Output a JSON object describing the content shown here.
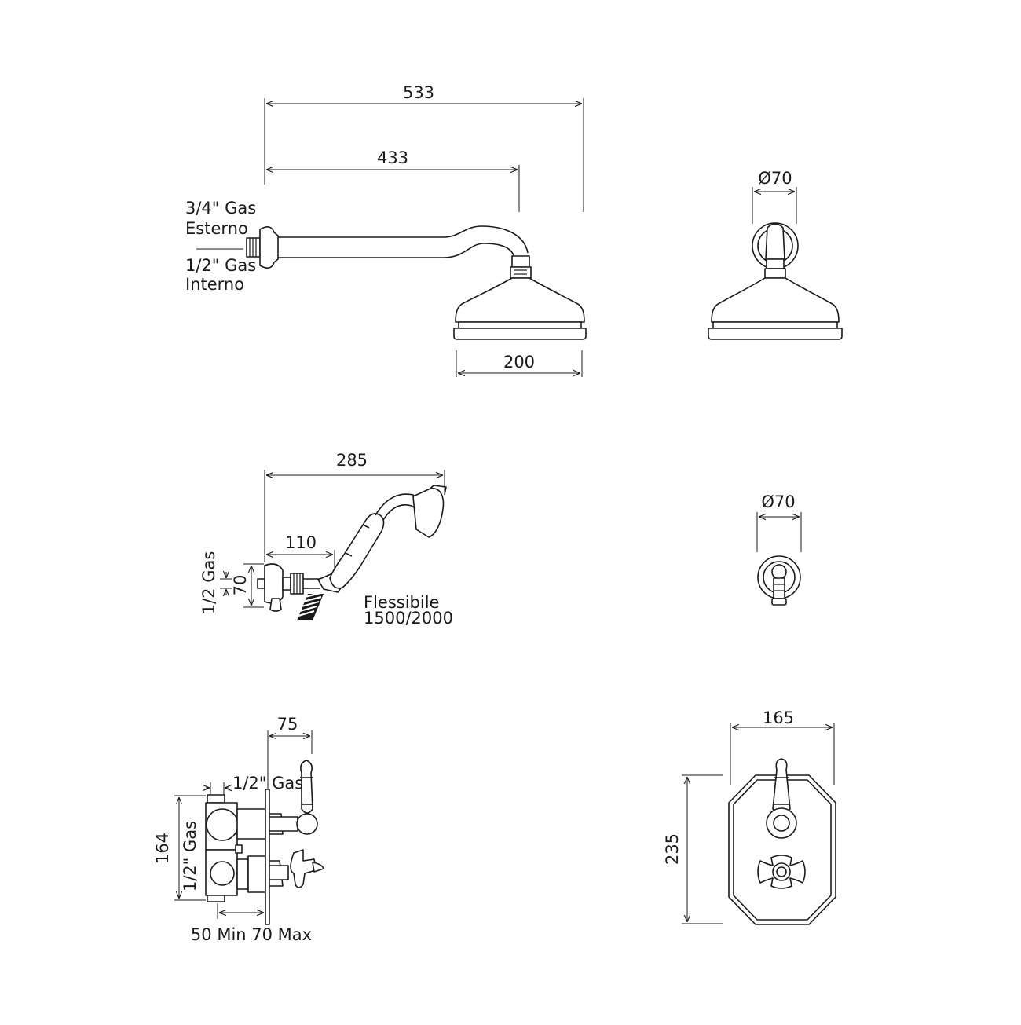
{
  "colors": {
    "line": "#1a1a1a",
    "background": "#ffffff"
  },
  "head_shower": {
    "dim_total": "533",
    "dim_arm": "433",
    "dim_head": "200",
    "dim_flange": "Ø70",
    "conn_outer_1": "3/4\" Gas",
    "conn_outer_2": "Esterno",
    "conn_inner_1": "1/2\" Gas",
    "conn_inner_2": "Interno"
  },
  "hand_shower": {
    "dim_total": "285",
    "dim_outlet": "110",
    "dim_height": "70",
    "conn": "1/2 Gas",
    "hose_1": "Flessibile",
    "hose_2": "1500/2000",
    "dim_flange": "Ø70"
  },
  "valve": {
    "dim_depth": "75",
    "conn_top": "1/2\" Gas",
    "conn_side": "1/2\" Gas",
    "dim_height": "164",
    "dim_wall": "50 Min 70 Max",
    "plate_width": "165",
    "plate_height": "235"
  }
}
